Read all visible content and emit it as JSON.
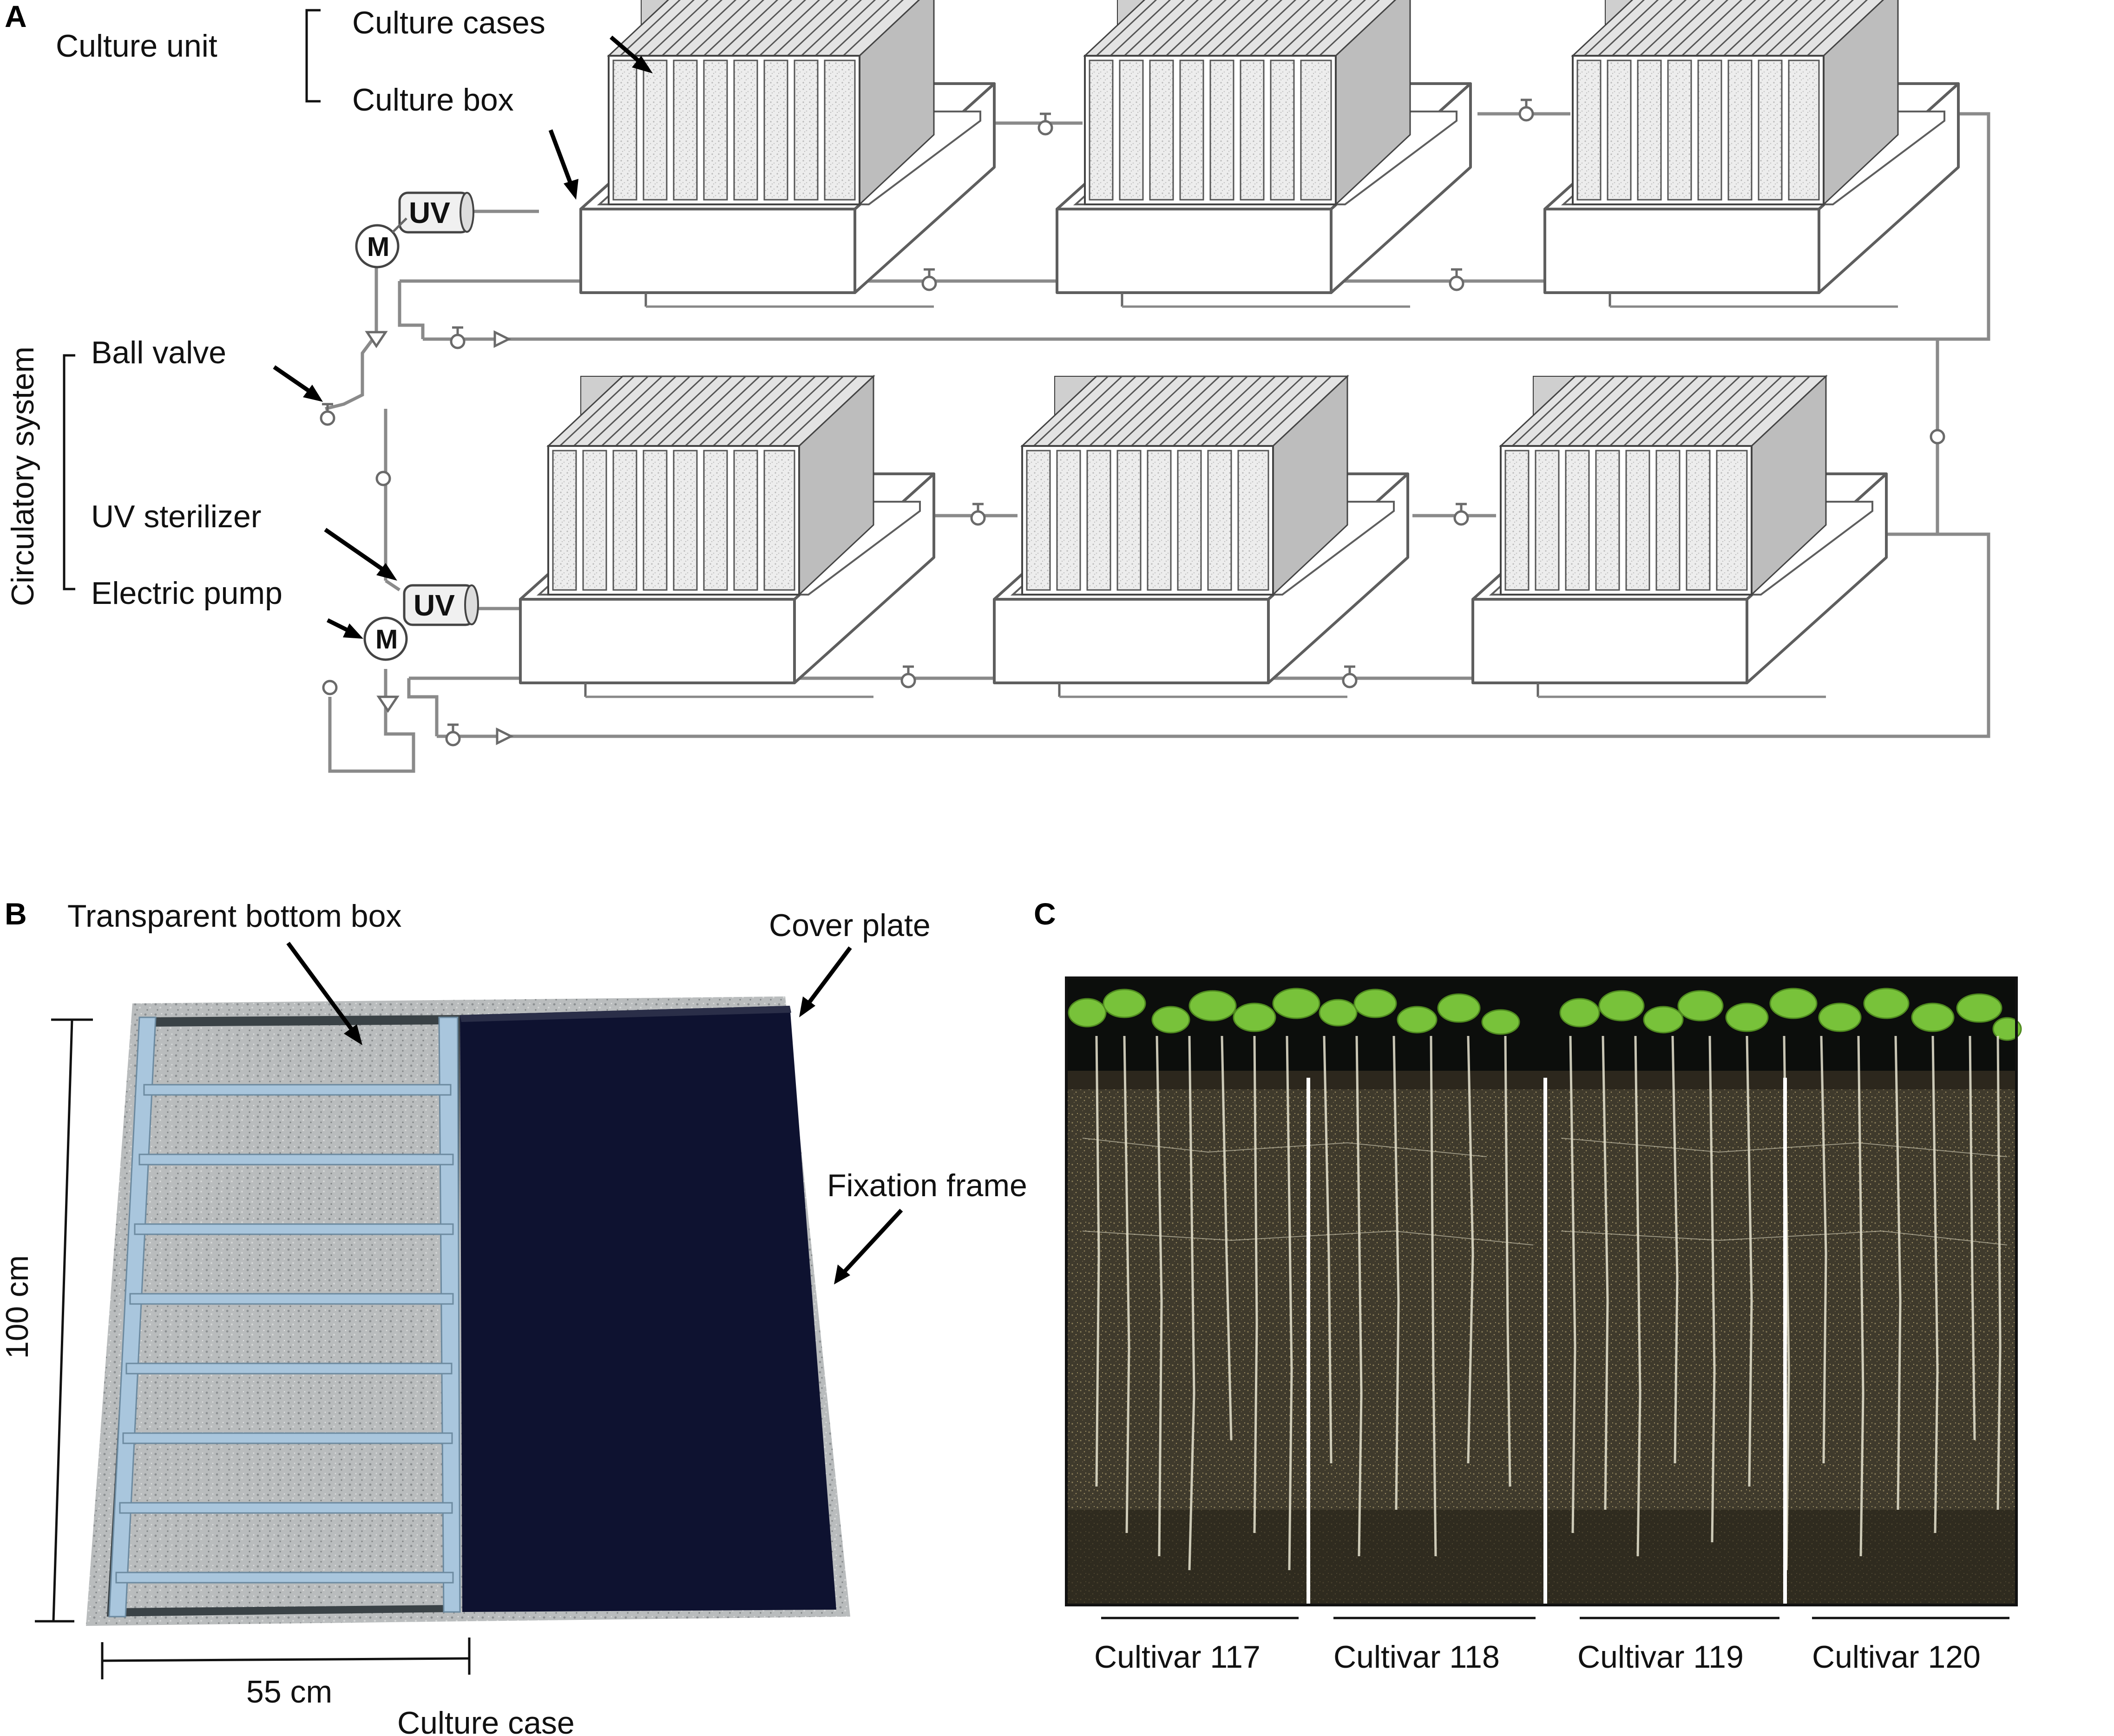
{
  "panels": {
    "a": {
      "letter": "A",
      "culture_unit": "Culture unit",
      "culture_cases": "Culture cases",
      "culture_box": "Culture box",
      "circulatory_system": "Circulatory system",
      "ball_valve": "Ball valve",
      "uv_sterilizer": "UV sterilizer",
      "electric_pump": "Electric pump",
      "uv_mark": "UV",
      "pump_mark": "M"
    },
    "b": {
      "letter": "B",
      "transparent_bottom_box": "Transparent bottom box",
      "cover_plate": "Cover plate",
      "fixation_frame": "Fixation frame",
      "height": "100 cm",
      "width": "55 cm",
      "culture_case": "Culture case"
    },
    "c": {
      "letter": "C",
      "cultivars": [
        "Cultivar 117",
        "Cultivar 118",
        "Cultivar 119",
        "Cultivar 120"
      ]
    }
  },
  "colors": {
    "pipe": "#8a8a8a",
    "cover_plate": "#0e1230",
    "frame_metal": "#a9c6dd",
    "soil": "#4a4333",
    "leaves": "#78c23a",
    "roots": "#e9e6d2"
  }
}
